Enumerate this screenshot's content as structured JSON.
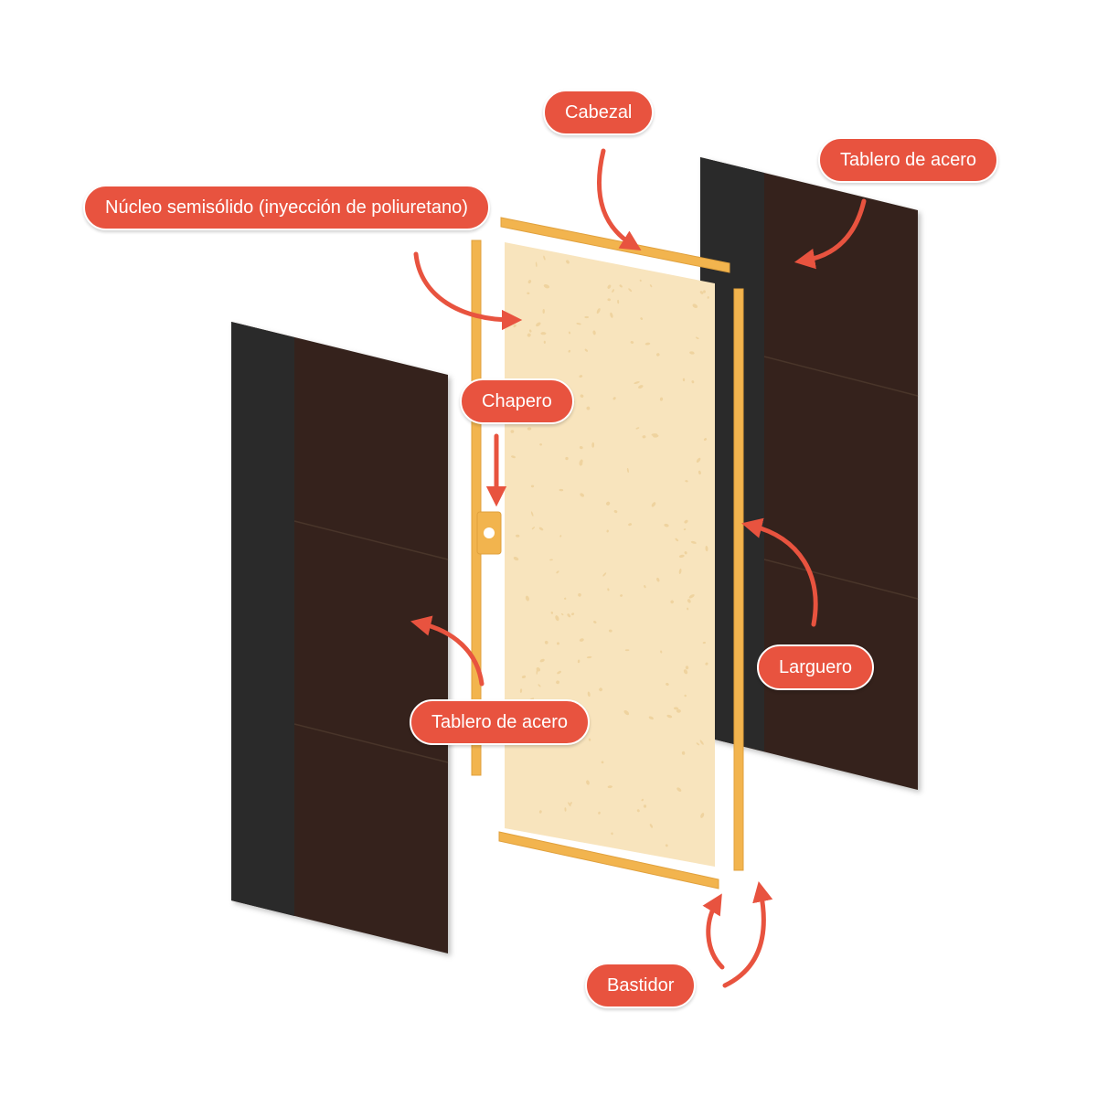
{
  "labels": {
    "cabezal": "Cabezal",
    "tablero_acero_top": "Tablero de acero",
    "nucleo": "Núcleo semisólido (inyección de poliuretano)",
    "chapero": "Chapero",
    "larguero": "Larguero",
    "tablero_acero_bottom": "Tablero de acero",
    "bastidor": "Bastidor"
  },
  "colors": {
    "label_fill": "#e8533f",
    "label_text": "#ffffff",
    "arrow": "#e8533f",
    "steel_panel": "#34231b",
    "steel_edge": "#2b2b2b",
    "core": "#f8e4bd",
    "frame": "#f2b44e"
  },
  "icons": [
    "arrow-cabezal",
    "arrow-tablero-top",
    "arrow-nucleo",
    "arrow-chapero",
    "arrow-larguero",
    "arrow-tablero-bottom",
    "arrow-bastidor-left",
    "arrow-bastidor-right"
  ]
}
